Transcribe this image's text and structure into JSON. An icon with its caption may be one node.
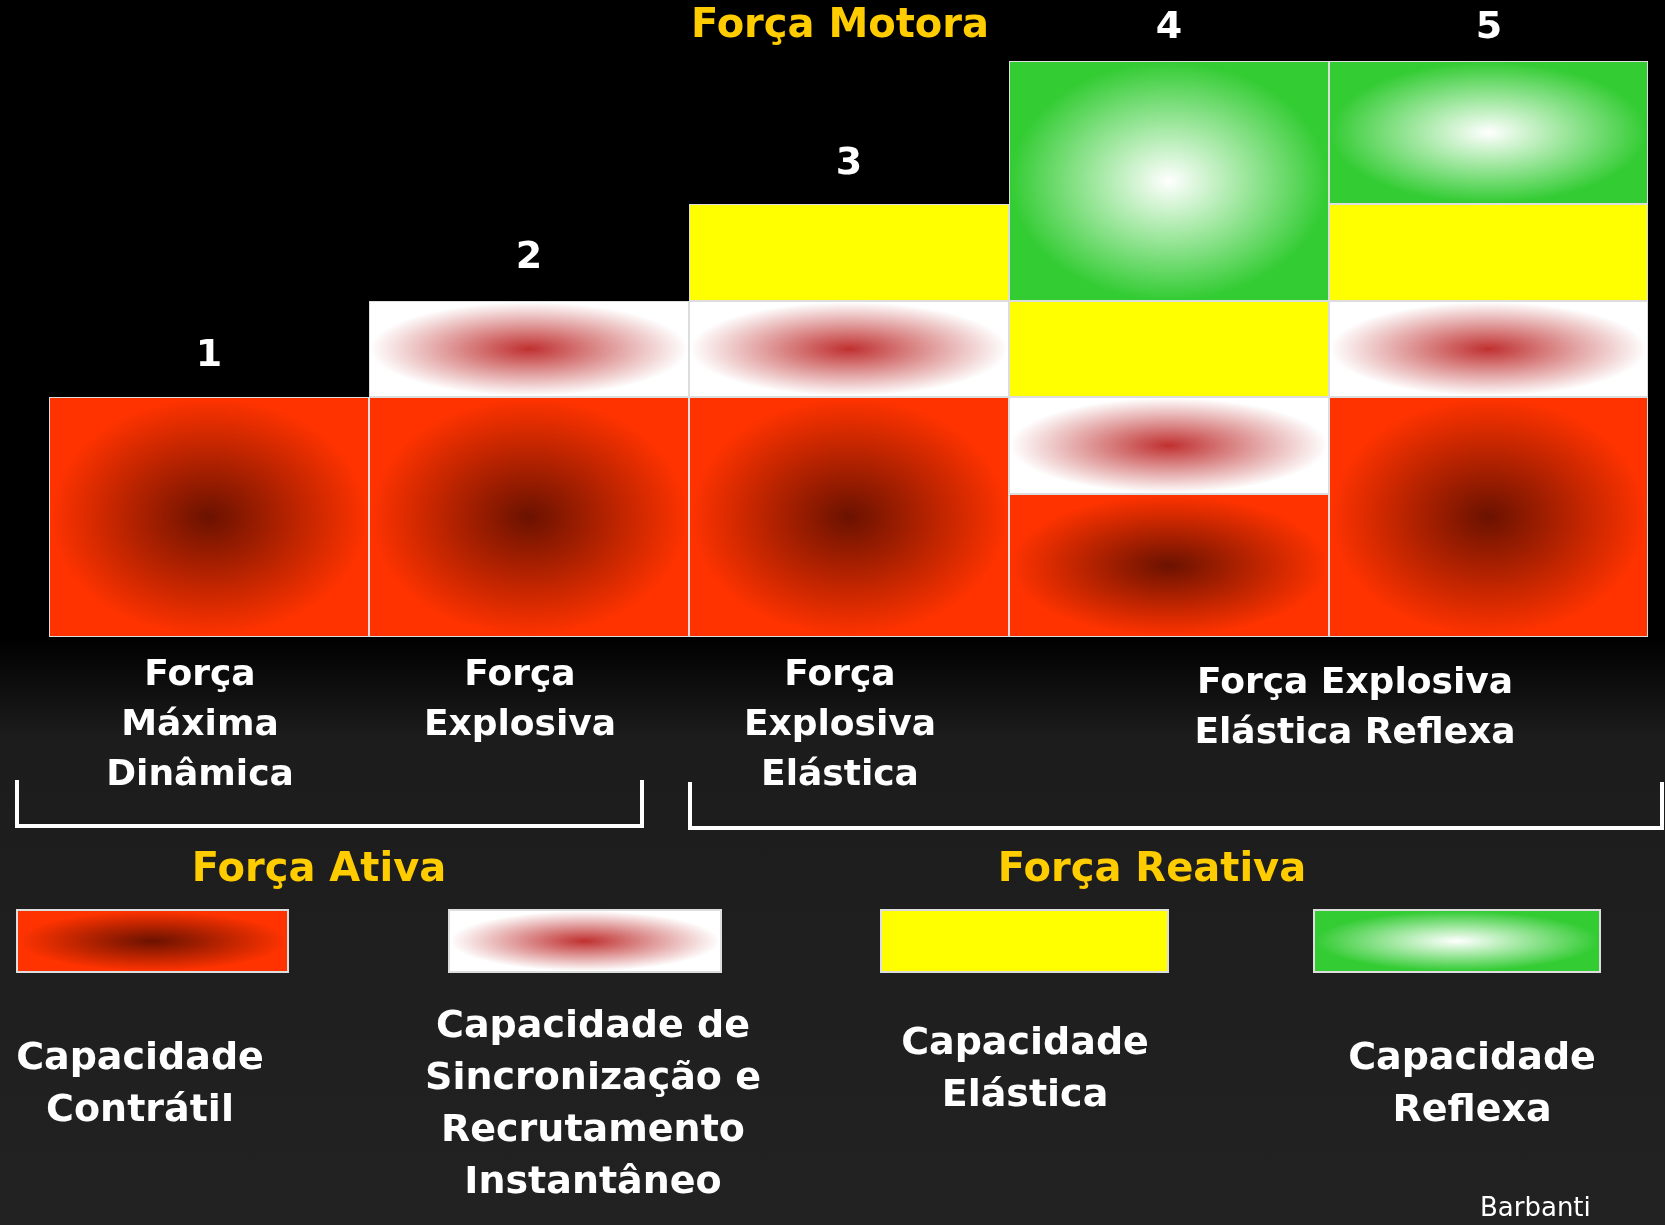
{
  "diagram": {
    "title": "Força Motora",
    "nodes": [
      {
        "text": [],
        "shape": "box"
      },
      {
        "text": [],
        "shape": "box"
      },
      {
        "text": [],
        "shape": "box"
      },
      {
        "text": [],
        "shape": "box"
      },
      {
        "text": [],
        "shape": "box"
      },
      {
        "text": [],
        "shape": "box"
      },
      {
        "text": [],
        "shape": "box"
      },
      {
        "text": [],
        "shape": "box"
      },
      {
        "text": [],
        "shape": "box"
      },
      {
        "text": [],
        "shape": "box"
      },
      {
        "text": [],
        "shape": "box"
      },
      {
        "text": [],
        "shape": "box"
      },
      {
        "text": [],
        "shape": "box"
      },
      {
        "text": [],
        "shape": "box"
      }
    ],
    "labels": [
      "1",
      "2",
      "3",
      "4",
      "5",
      "Força Máxima Dinâmica",
      "Força Explosiva",
      "Força Explosiva Elástica",
      "Força Explosiva Elástica Reflexa",
      "Força Ativa",
      "Força Reativa",
      "Barbanti"
    ],
    "legend": [
      {
        "text": "Capacidade Contrátil"
      },
      {
        "text": "Capacidade de Sincronização e Recrutamento Instantâneo"
      },
      {
        "text": "Capacidade Elástica",
        "color": "#ffff00"
      },
      {
        "text": "Capacidade Reflexa"
      }
    ]
  }
}
